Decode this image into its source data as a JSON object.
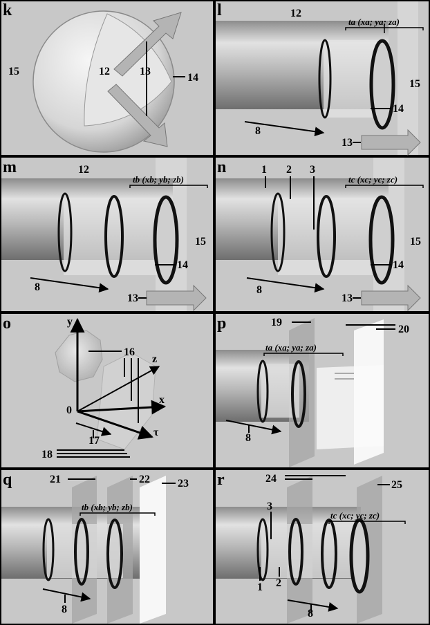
{
  "panels": [
    {
      "letter": "k",
      "labels": {
        "a": "12",
        "b": "13",
        "c": "14",
        "d": "15"
      }
    },
    {
      "letter": "l",
      "labels": {
        "a": "12",
        "b": "15",
        "c": "14",
        "d": "8",
        "e": "13"
      },
      "coord": "ta (xa; ya; za)"
    },
    {
      "letter": "m",
      "labels": {
        "a": "12",
        "b": "15",
        "c": "14",
        "d": "8",
        "e": "13"
      },
      "coord": "tb (xb; yb; zb)"
    },
    {
      "letter": "n",
      "labels": {
        "a": "1",
        "b": "2",
        "c": "3",
        "d": "15",
        "e": "14",
        "f": "8",
        "g": "13"
      },
      "coord": "tc (xc; yc; zc)"
    },
    {
      "letter": "o",
      "labels": {
        "a": "16",
        "b": "17",
        "c": "18"
      },
      "axes": {
        "y": "y",
        "z": "z",
        "x": "x",
        "tau": "τ",
        "origin": "0"
      }
    },
    {
      "letter": "p",
      "labels": {
        "a": "19",
        "b": "20",
        "c": "8"
      },
      "coord": "ta (xa; ya; za)"
    },
    {
      "letter": "q",
      "labels": {
        "a": "21",
        "b": "22",
        "c": "23",
        "d": "8"
      },
      "coord": "tb (xb; yb; zb)"
    },
    {
      "letter": "r",
      "labels": {
        "a": "24",
        "b": "25",
        "c": "3",
        "d": "1",
        "e": "2",
        "f": "8"
      },
      "coord": "tc (xc; yc; zc)"
    }
  ],
  "colors": {
    "panel": "#c8c8c8",
    "border": "#000000",
    "tube": "#a8a8a8",
    "arrow": "#b4b4b4",
    "plane": "#d8d8d8",
    "white": "#f4f4f4"
  }
}
